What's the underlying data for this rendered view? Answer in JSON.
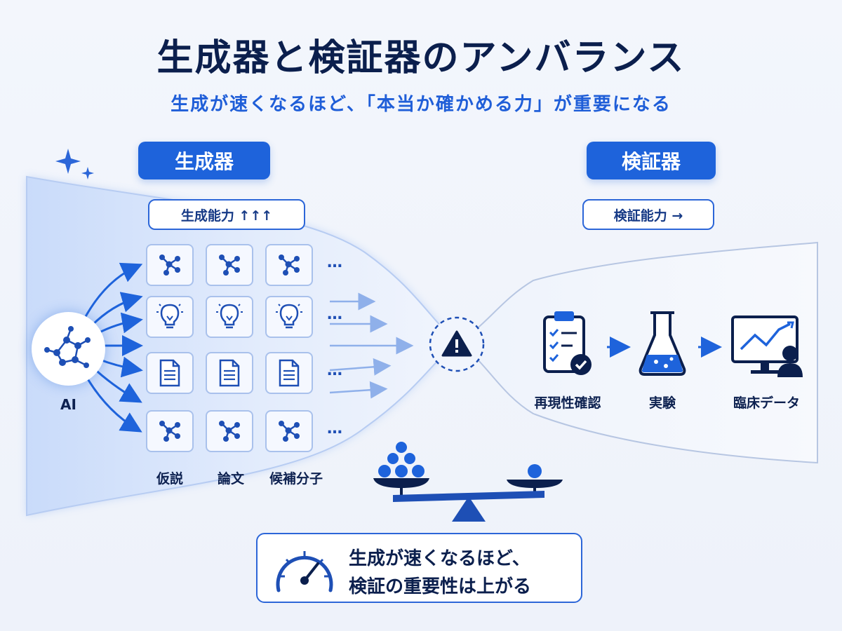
{
  "title": "生成器と検証器のアンバランス",
  "subtitle": "生成が速くなるほど、「本当か確かめる力」が重要になる",
  "generator": {
    "label": "生成器",
    "capability": "生成能力 ↑↑↑",
    "source": "AI",
    "columns": [
      "仮説",
      "論文",
      "候補分子"
    ],
    "rows": [
      {
        "icon": "molecule-icon"
      },
      {
        "icon": "lightbulb-icon"
      },
      {
        "icon": "document-icon"
      },
      {
        "icon": "molecule-icon"
      }
    ],
    "ellipsis": "…"
  },
  "verifier": {
    "label": "検証器",
    "capability": "検証能力 →",
    "steps": [
      {
        "icon": "clipboard-check-icon",
        "label": "再現性確認"
      },
      {
        "icon": "flask-icon",
        "label": "実験"
      },
      {
        "icon": "monitor-chart-icon",
        "label": "臨床データ"
      }
    ]
  },
  "bottleneck_icon": "warning-icon",
  "balance_icon": "balance-scale-icon",
  "callout": {
    "icon": "speedometer-icon",
    "line1": "生成が速くなるほど、",
    "line2": "検証の重要性は上がる"
  },
  "colors": {
    "primary": "#1e63db",
    "navy": "#0b1f4d",
    "funnel_blue": "#d6e4fb"
  }
}
